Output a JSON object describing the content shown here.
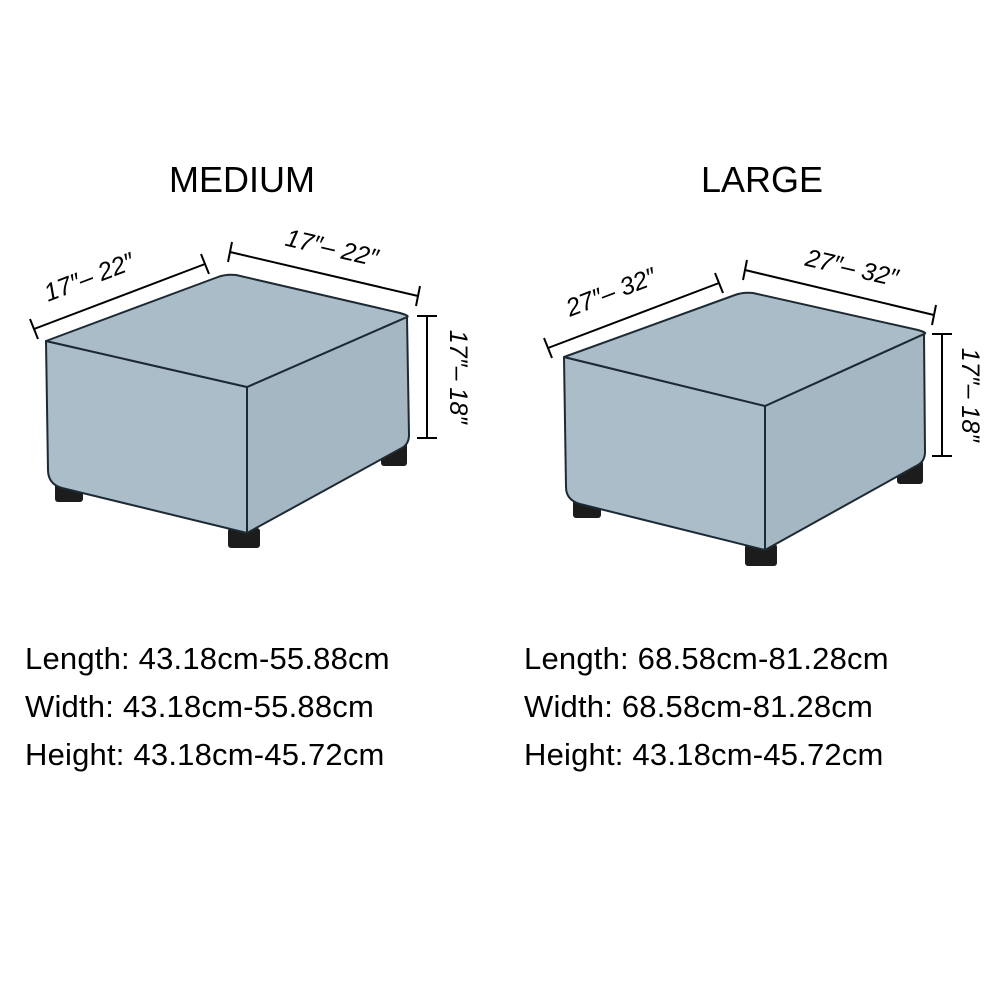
{
  "sizes": [
    {
      "title": "MEDIUM",
      "dims": {
        "left_edge": "17″– 22″",
        "right_edge": "17″– 22″",
        "height": "17″– 18″"
      },
      "specs": {
        "length": "Length: 43.18cm-55.88cm",
        "width": "Width: 43.18cm-55.88cm",
        "height": "Height: 43.18cm-45.72cm"
      }
    },
    {
      "title": "LARGE",
      "dims": {
        "left_edge": "27″– 32″",
        "right_edge": "27″– 32″",
        "height": "17″– 18″"
      },
      "specs": {
        "length": "Length: 68.58cm-81.28cm",
        "width": "Width: 68.58cm-81.28cm",
        "height": "Height: 43.18cm-45.72cm"
      }
    }
  ],
  "colors": {
    "cushion_top": "#a9bcc8",
    "cushion_front": "#aabdc9",
    "cushion_side": "#a4b7c3",
    "outline": "#1e2a33",
    "leg": "#1c1c1c",
    "dimension_line": "#000000"
  }
}
